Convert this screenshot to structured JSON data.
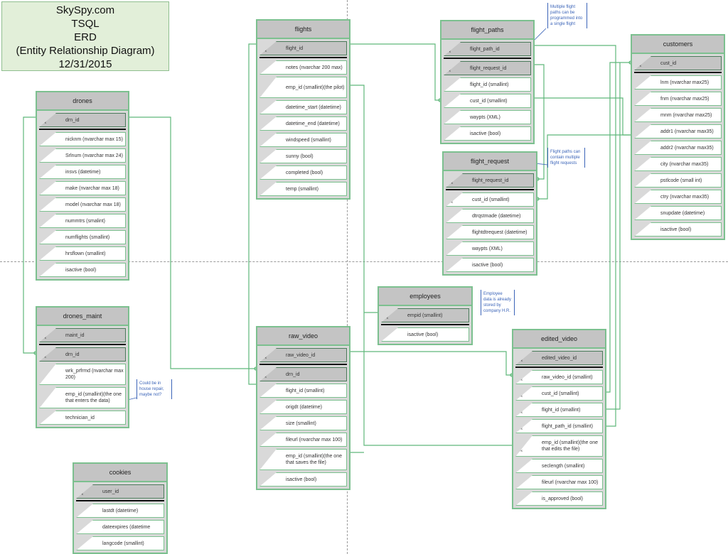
{
  "title": {
    "lines": [
      "SkySpy.com",
      "TSQL",
      "ERD",
      "(Entity Relationship Diagram)",
      "12/31/2015"
    ]
  },
  "colors": {
    "line": "#5fb87a",
    "box_border": "#7cc08f",
    "header": "#c4c4c4",
    "note": "#3b64b8",
    "title_bg": "#e2efd9"
  },
  "notes": {
    "flight_paths": "Multiple flight paths can be programmed into a single flight",
    "flight_request": "Flight paths can contain multiple flight requests",
    "employees": "Employee data is already stored by company H.R.",
    "drones_maint": "Could be in house repair, maybe not?"
  },
  "tables": {
    "drones": {
      "name": "drones",
      "fields": [
        {
          "text": "drn_id",
          "key": "PK"
        },
        {
          "text": "nicknm (nvarchar max 15)"
        },
        {
          "text": "Srlnum (nvarchar max 24)"
        },
        {
          "text": "insvs (datetime)"
        },
        {
          "text": "make (nvarchar max 18)"
        },
        {
          "text": "model (nvarchar max 18)"
        },
        {
          "text": "nummtrs (smalint)"
        },
        {
          "text": "numflights (smallint)"
        },
        {
          "text": "hrsflown (smallint)"
        },
        {
          "text": "isactive (bool)"
        }
      ]
    },
    "drones_maint": {
      "name": "drones_maint",
      "fields": [
        {
          "text": "maint_id",
          "key": "PK"
        },
        {
          "text": "drn_id",
          "key": "FK",
          "hl": true
        },
        {
          "text": "wrk_prfrmd (nvarchar max 200)",
          "tall": true
        },
        {
          "text": "emp_id (smallint)(the one that enters the data)",
          "tall": true
        },
        {
          "text": "technician_id"
        }
      ]
    },
    "cookies": {
      "name": "cookies",
      "fields": [
        {
          "text": "user_id",
          "key": "PK"
        },
        {
          "text": "lastdt (datetime)"
        },
        {
          "text": "dateexpires (datetime"
        },
        {
          "text": "langcode (smallint)"
        }
      ]
    },
    "flights": {
      "name": "flights",
      "fields": [
        {
          "text": "flight_id",
          "key": "PK"
        },
        {
          "text": "notes (nvarchar 200 max)"
        },
        {
          "text": "emp_id (smallint)(the pilot)",
          "tall": true
        },
        {
          "text": "datetime_start (datetime)"
        },
        {
          "text": "datetime_end (datetime)"
        },
        {
          "text": "windspeed (smallint)"
        },
        {
          "text": "sunny (bool)"
        },
        {
          "text": "completed (bool)"
        },
        {
          "text": "temp (smallint)"
        }
      ]
    },
    "raw_video": {
      "name": "raw_video",
      "fields": [
        {
          "text": "raw_video_id",
          "key": "PK"
        },
        {
          "text": "drn_id",
          "key": "FK",
          "hl": true
        },
        {
          "text": "flight_id (smallint)"
        },
        {
          "text": "origdt (datetime)"
        },
        {
          "text": "size (smallint)"
        },
        {
          "text": "fileurl (nvarchar max 100)"
        },
        {
          "text": "emp_id (smallint)(the one that saves the file)",
          "tall": true
        },
        {
          "text": "isactive (bool)"
        }
      ]
    },
    "employees": {
      "name": "employees",
      "fields": [
        {
          "text": "empid (smallint)",
          "key": "PK"
        },
        {
          "text": "isactive (bool)"
        }
      ]
    },
    "flight_paths": {
      "name": "flight_paths",
      "fields": [
        {
          "text": "flight_path_id",
          "key": "PK"
        },
        {
          "text": "flight_request_id",
          "key": "FK",
          "hl": true
        },
        {
          "text": "flight_id (smallint)"
        },
        {
          "text": "cust_id (smallint)"
        },
        {
          "text": "waypts (XML)"
        },
        {
          "text": "isactive (bool)"
        }
      ]
    },
    "flight_request": {
      "name": "flight_request",
      "fields": [
        {
          "text": "flight_request_id",
          "key": "PK"
        },
        {
          "text": "cust_id (smallint)",
          "key": "FK"
        },
        {
          "text": "dtrqstmade (datetime)"
        },
        {
          "text": "flightdtrequest (datetime)"
        },
        {
          "text": "waypts (XML)"
        },
        {
          "text": "isactive (bool)"
        }
      ]
    },
    "customers": {
      "name": "customers",
      "fields": [
        {
          "text": "cust_id",
          "key": "PK"
        },
        {
          "text": "lnm (nvarchar max25)"
        },
        {
          "text": "fnm (nvarchar max25)"
        },
        {
          "text": "mnm (nvarchar max25)"
        },
        {
          "text": "addr1  (nvarchar max35)"
        },
        {
          "text": "addr2 (nvarchar max35)"
        },
        {
          "text": "city (nvarchar max35)"
        },
        {
          "text": "pstlcode (small int)"
        },
        {
          "text": "ctry (nvarchar max35)"
        },
        {
          "text": "snupdate (datetime)"
        },
        {
          "text": "isactive (bool)"
        }
      ]
    },
    "edited_video": {
      "name": "edited_video",
      "fields": [
        {
          "text": "edited_video_id",
          "key": "PK"
        },
        {
          "text": "raw_video_id (smallint)",
          "key": "FK"
        },
        {
          "text": "cust_id (smallint)",
          "key": "FK"
        },
        {
          "text": "flight_id (smallint)",
          "key": "FK"
        },
        {
          "text": "flight_path_id (smallint)",
          "key": "FK"
        },
        {
          "text": "emp_id (smallint)(the one that edits the file)",
          "tall": true,
          "key": "FK"
        },
        {
          "text": "seclength (smallint)"
        },
        {
          "text": "fileurl (nvarchar max 100)"
        },
        {
          "text": "is_approved (bool)"
        }
      ]
    }
  }
}
